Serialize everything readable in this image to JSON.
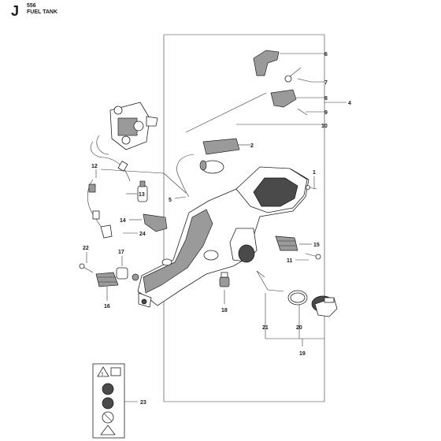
{
  "header": {
    "section_letter": "J",
    "model": "556",
    "title": "FUEL TANK"
  },
  "callouts": [
    "1",
    "2",
    "4",
    "5",
    "6",
    "7",
    "8",
    "9",
    "10",
    "11",
    "12",
    "13",
    "14",
    "15",
    "16",
    "17",
    "18",
    "19",
    "20",
    "21",
    "22",
    "23",
    "24"
  ],
  "colors": {
    "line": "#333333",
    "part_fill": "#ffffff",
    "shade": "#9a9a9a",
    "dark": "#4a4a4a"
  }
}
